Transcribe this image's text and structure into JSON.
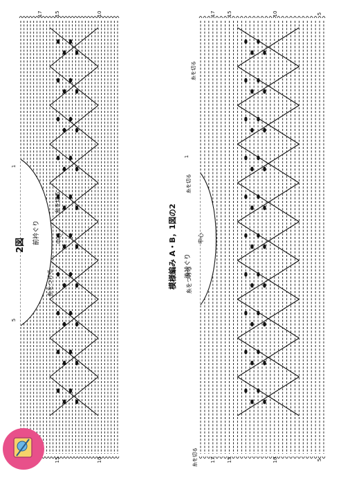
{
  "diagram": {
    "fig_title": "2図",
    "main_title": "模様編み A・B，1図の2",
    "labels": {
      "front_neck": "前衿ぐり",
      "back_neck": "後衿ぐり",
      "center": "中心",
      "attach_yarn": "糸をつける",
      "cut_yarn": "糸を切る"
    },
    "row_numbers": [
      "17",
      "15",
      "10",
      "5",
      "1"
    ],
    "side_numbers": [
      "1",
      "5",
      "1"
    ],
    "ink_color": "#111111",
    "logo_color": "#e8508a"
  }
}
